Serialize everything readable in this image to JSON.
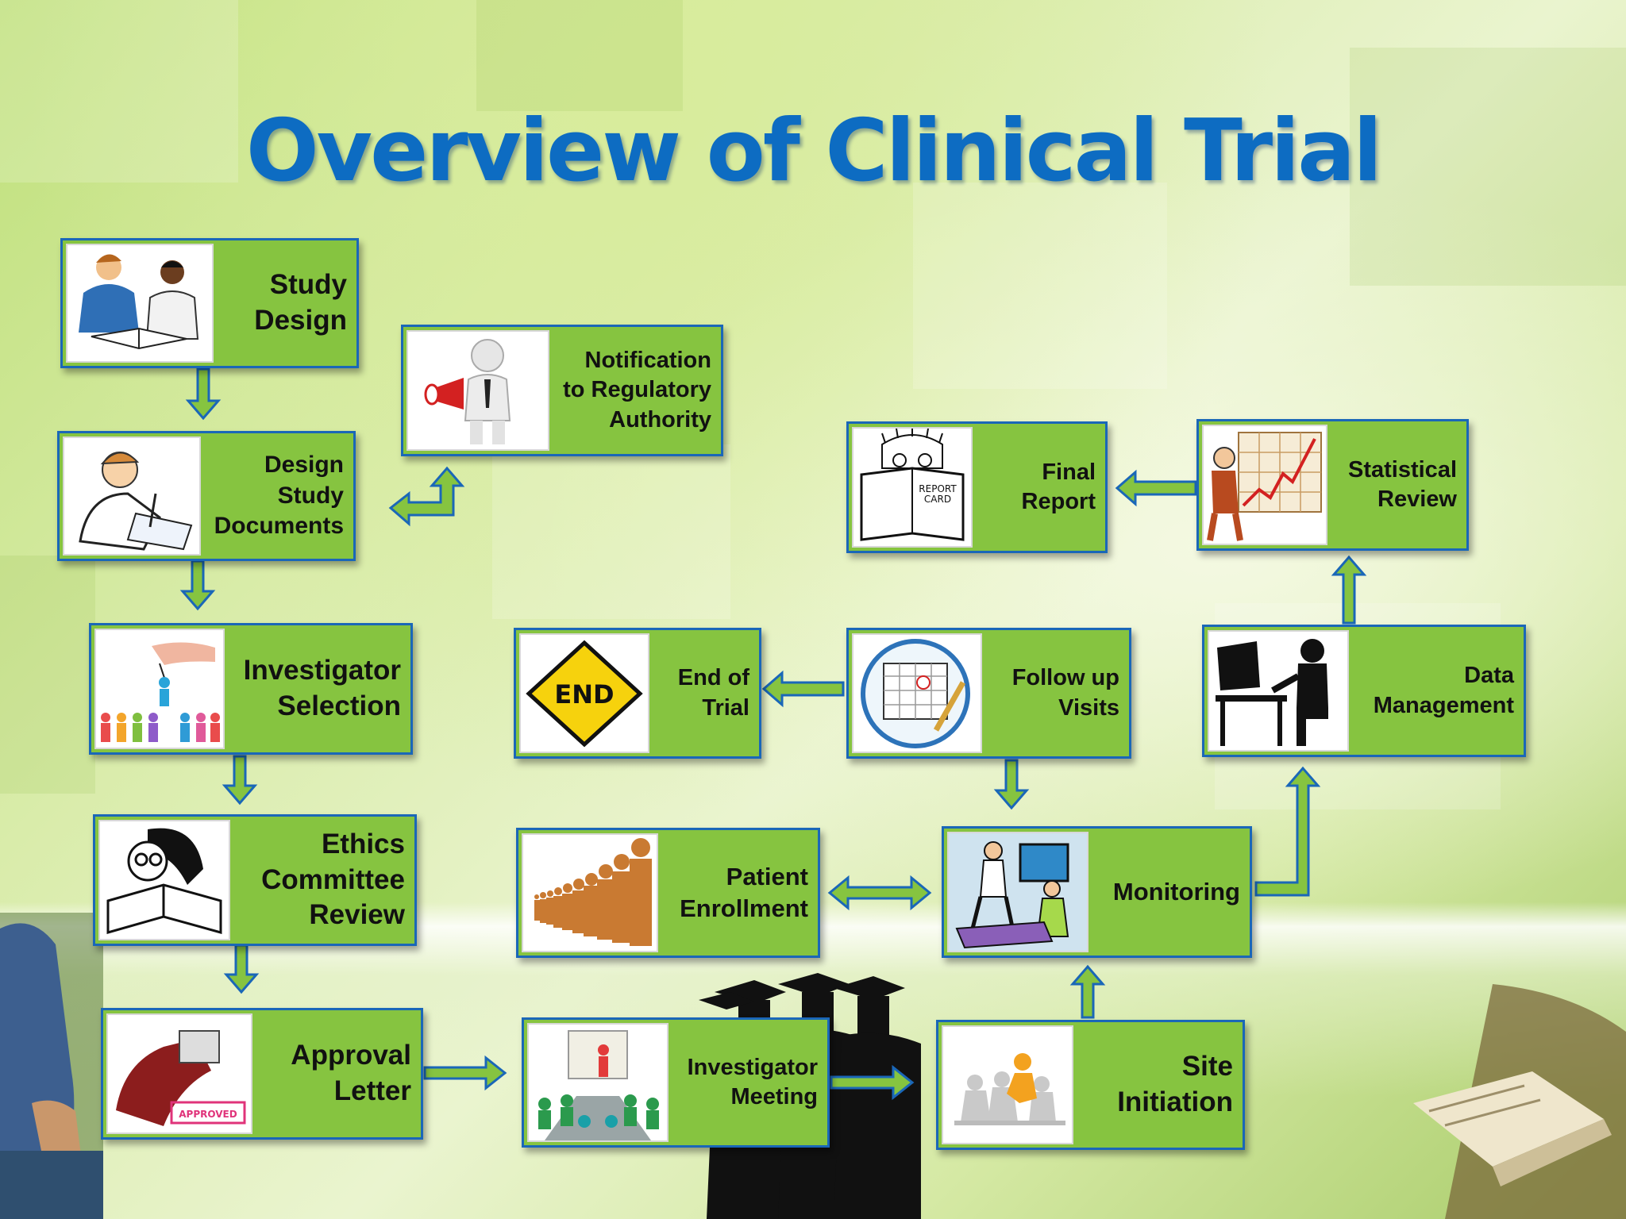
{
  "title": "Overview of Clinical Trial",
  "colors": {
    "title": "#0d6cc2",
    "card_fill": "#86c440",
    "card_border": "#1a67b8",
    "arrow_fill": "#86c440"
  },
  "steps": [
    {
      "id": "study-design",
      "label": "Study\nDesign",
      "icon": "two-students-reading-icon"
    },
    {
      "id": "design-study-documents",
      "label": "Design\nStudy\nDocuments",
      "icon": "person-writing-icon"
    },
    {
      "id": "notification-regulatory",
      "label": "Notification\nto Regulatory\nAuthority",
      "icon": "megaphone-person-icon"
    },
    {
      "id": "investigator-selection",
      "label": "Investigator\nSelection",
      "icon": "hand-picking-person-icon"
    },
    {
      "id": "ethics-committee-review",
      "label": "Ethics\nCommittee\nReview",
      "icon": "scholar-reading-book-icon"
    },
    {
      "id": "approval-letter",
      "label": "Approval\nLetter",
      "icon": "approved-stamp-icon"
    },
    {
      "id": "investigator-meeting",
      "label": "Investigator\nMeeting",
      "icon": "presentation-audience-icon"
    },
    {
      "id": "site-initiation",
      "label": "Site\nInitiation",
      "icon": "runner-start-icon"
    },
    {
      "id": "monitoring",
      "label": "Monitoring",
      "icon": "treadmill-monitor-icon"
    },
    {
      "id": "patient-enrollment",
      "label": "Patient\nEnrollment",
      "icon": "people-row-icon"
    },
    {
      "id": "follow-up-visits",
      "label": "Follow up\nVisits",
      "icon": "calendar-pencil-icon"
    },
    {
      "id": "end-of-trial",
      "label": "End of\nTrial",
      "icon": "end-sign-icon"
    },
    {
      "id": "data-management",
      "label": "Data\nManagement",
      "icon": "person-at-computer-icon"
    },
    {
      "id": "statistical-review",
      "label": "Statistical\nReview",
      "icon": "man-with-chart-icon"
    },
    {
      "id": "final-report",
      "label": "Final\nReport",
      "icon": "report-card-icon"
    }
  ],
  "end_sign_text": "END",
  "report_card_text": "REPORT\nCARD",
  "stamp_text": "APPROVED"
}
